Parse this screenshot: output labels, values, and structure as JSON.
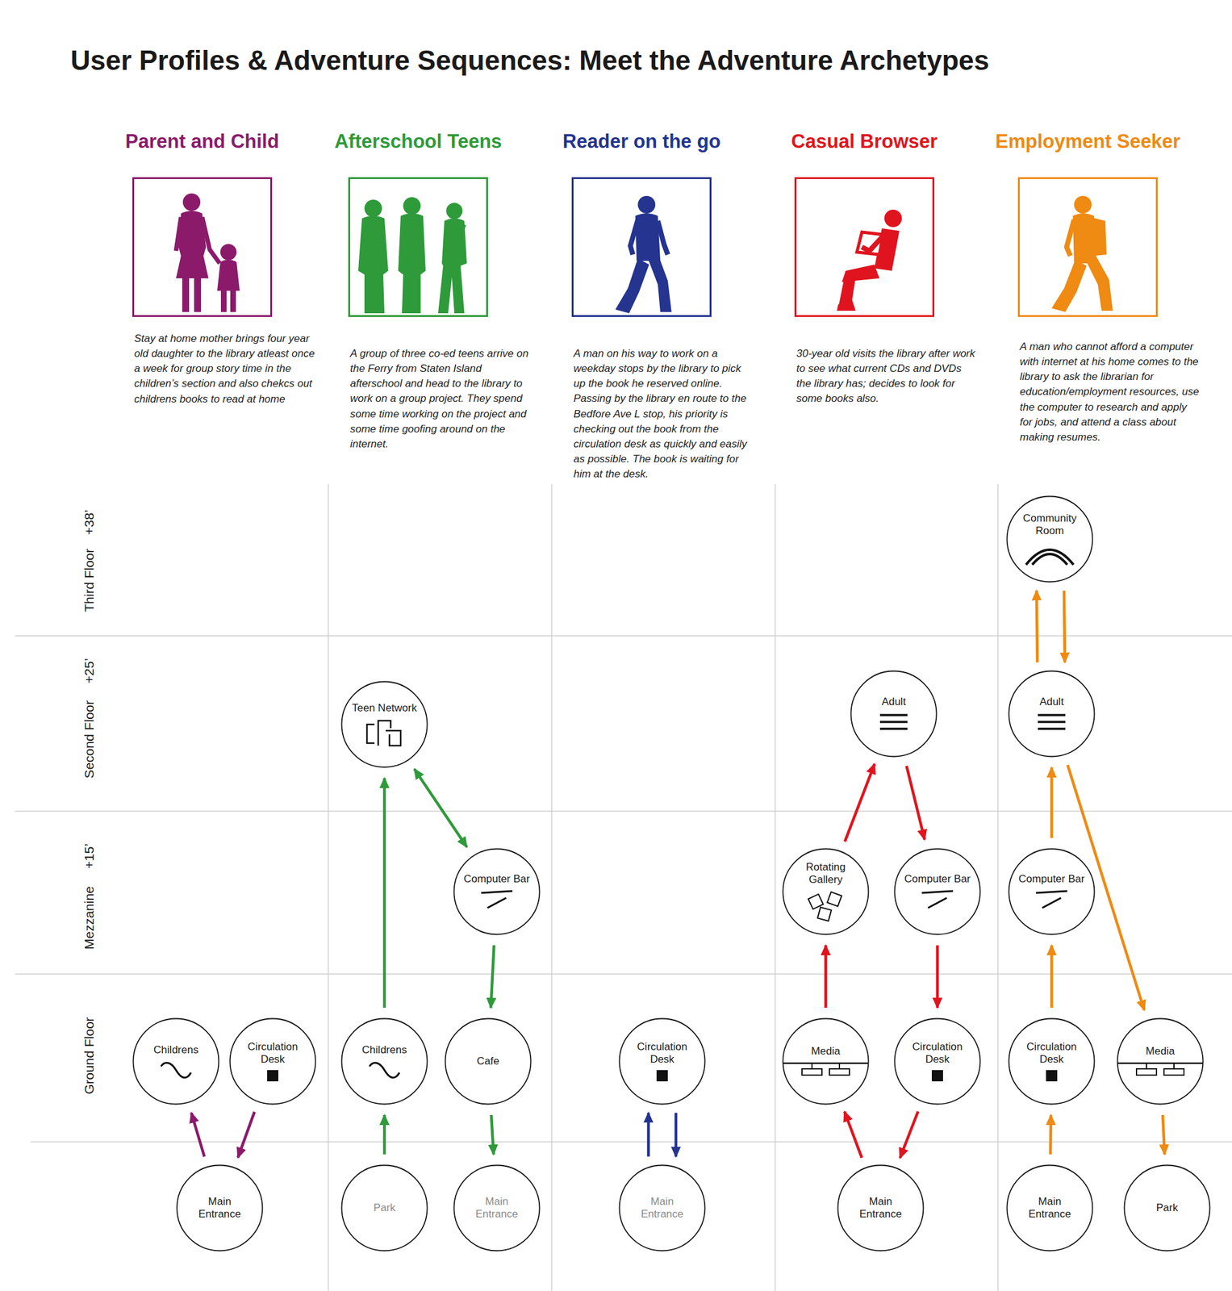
{
  "diagram": {
    "title": "User Profiles & Adventure Sequences: Meet the Adventure Archetypes",
    "nodes": [
      {
        "text": [
          "Parent and Child",
          "Stay at home mother brings four year old daughter to the library atleast once a week for group story time in the children’s section and also chekcs out childrens books to read at home"
        ]
      },
      {
        "text": [
          "Afterschool Teens",
          "A group of three co-ed teens arrive on the Ferry from Staten Island afterschool and head to the library to work on a group project. They spend some time working on the project and some time goofing around on the internet."
        ]
      },
      {
        "text": [
          "Reader on the go",
          "A man on his way to work on a weekday stops by the library to pick up the book he reserved online. Passing by the library en route to the Bedfore Ave L stop, his priority is checking out the book from the circulation desk as quickly and easily as possible. The book is waiting for him at the desk."
        ]
      },
      {
        "text": [
          "Casual Browser",
          "30-year old visits the library after work to see what current CDs and DVDs the library has; decides to look for some books also."
        ]
      },
      {
        "text": [
          "Employment Seeker",
          "A man who cannot afford a computer with internet at his home comes to the library to ask the librarian for education/employment resources, use the computer to research and apply for jobs, and attend a class about making resumes."
        ]
      },
      {
        "text": [
          "Childrens"
        ]
      },
      {
        "text": [
          "Circulation Desk"
        ]
      },
      {
        "text": [
          "Main Entrance"
        ]
      },
      {
        "text": [
          "Teen Network"
        ]
      },
      {
        "text": [
          "Computer Bar"
        ]
      },
      {
        "text": [
          "Childrens"
        ]
      },
      {
        "text": [
          "Cafe"
        ]
      },
      {
        "text": [
          "Park"
        ]
      },
      {
        "text": [
          "Main Entrance"
        ]
      },
      {
        "text": [
          "Circulation Desk"
        ]
      },
      {
        "text": [
          "Main Entrance"
        ]
      },
      {
        "text": [
          "Adult"
        ]
      },
      {
        "text": [
          "Rotating Gallery"
        ]
      },
      {
        "text": [
          "Computer Bar"
        ]
      },
      {
        "text": [
          "Media"
        ]
      },
      {
        "text": [
          "Circulation Desk"
        ]
      },
      {
        "text": [
          "Main Entrance"
        ]
      },
      {
        "text": [
          "Community Room"
        ]
      },
      {
        "text": [
          "Adult"
        ]
      },
      {
        "text": [
          "Computer Bar"
        ]
      },
      {
        "text": [
          "Circulation Desk"
        ]
      },
      {
        "text": [
          "Media"
        ]
      },
      {
        "text": [
          "Main Entrance"
        ]
      },
      {
        "text": [
          "Park"
        ]
      }
    ],
    "edges": [
      {
        "from": 7,
        "to": 5,
        "arrow": "to"
      },
      {
        "from": 6,
        "to": 7,
        "arrow": "to"
      },
      {
        "from": 12,
        "to": 10,
        "arrow": "to"
      },
      {
        "from": 10,
        "to": 8,
        "arrow": "to"
      },
      {
        "from": 8,
        "to": 9,
        "arrow": "both"
      },
      {
        "from": 9,
        "to": 11,
        "arrow": "to"
      },
      {
        "from": 11,
        "to": 13,
        "arrow": "to"
      },
      {
        "from": 15,
        "to": 14,
        "arrow": "to"
      },
      {
        "from": 14,
        "to": 15,
        "arrow": "to"
      },
      {
        "from": 21,
        "to": 19,
        "arrow": "to"
      },
      {
        "from": 19,
        "to": 17,
        "arrow": "to"
      },
      {
        "from": 17,
        "to": 16,
        "arrow": "to"
      },
      {
        "from": 16,
        "to": 18,
        "arrow": "to"
      },
      {
        "from": 18,
        "to": 20,
        "arrow": "to"
      },
      {
        "from": 20,
        "to": 21,
        "arrow": "to"
      },
      {
        "from": 27,
        "to": 25,
        "arrow": "to"
      },
      {
        "from": 25,
        "to": 24,
        "arrow": "to"
      },
      {
        "from": 24,
        "to": 23,
        "arrow": "to"
      },
      {
        "from": 23,
        "to": 22,
        "arrow": "to"
      },
      {
        "from": 22,
        "to": 23,
        "arrow": "to"
      },
      {
        "from": 23,
        "to": 26,
        "arrow": "to"
      },
      {
        "from": 26,
        "to": 28,
        "arrow": "to"
      }
    ],
    "labels": [
      "Third Floor",
      "+38’",
      "Second Floor",
      "+25’",
      "Mezzanine",
      "+15’",
      "Ground Floor"
    ]
  }
}
